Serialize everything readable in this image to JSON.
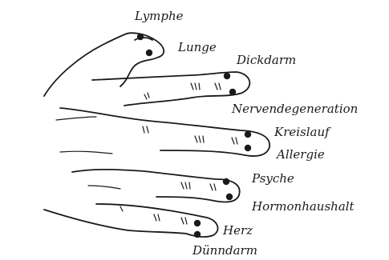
{
  "title": "",
  "points": {
    "thumb": {
      "top": "Lymphe",
      "bottom": "Lunge"
    },
    "index": {
      "top": "Dickdarm",
      "bottom": "Nervendegeneration"
    },
    "middle": {
      "top": "Kreislauf",
      "bottom": "Allergie"
    },
    "ring": {
      "top": "Psyche",
      "bottom": "Hormonhaushalt"
    },
    "little": {
      "top": "Herz",
      "bottom": "Dünndarm"
    }
  }
}
